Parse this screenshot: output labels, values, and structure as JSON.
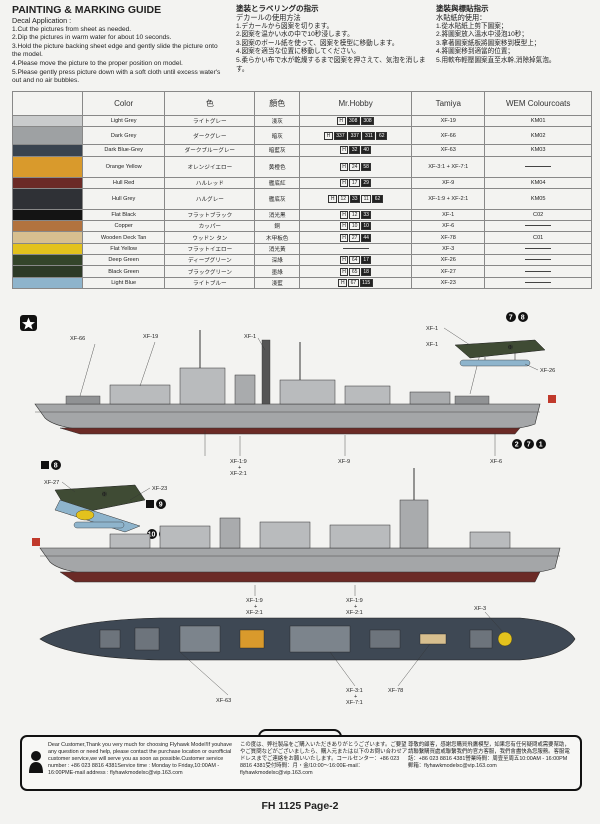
{
  "instructions": {
    "en_title": "PAINTING & MARKING GUIDE",
    "en_subtitle": "Decal Application :",
    "en_steps": [
      "1.Cut the pictures from sheet as needed.",
      "2.Dip the pictures in warm water for about  10 seconds.",
      "3.Hold the picture backing sheet edge and gently slide the picture onto the model.",
      "4.Please move the picture to the proper position on model.",
      "5.Please gently press picture down with a soft cloth until excess water's out and no air bubbles."
    ],
    "jp_title": "塗装とラベリングの指示",
    "jp_subtitle": "デカールの使用方法",
    "jp_steps": [
      "1.デカールから図案を切ります。",
      "2.図案を温かい水の中で10秒浸します。",
      "3.図案のボール紙を使って、図案を模型に移動します。",
      "4.図案を適当な位置に移動してください。",
      "5.柔らかい布で水が乾燥するまで図案を押さえて、気泡を消します。"
    ],
    "cn_title": "塗裝與標貼指示",
    "cn_subtitle": "水貼紙的使用：",
    "cn_steps": [
      "1.從水貼紙上剪下圖案；",
      "2.將圖案放入溫水中浸泡10秒；",
      "3.拿著圖案紙板將圖案移到模型上；",
      "4.將圖案移到適當的位置；",
      "5.用軟布輕壓圖案直至水幹,消除掉氣泡。"
    ]
  },
  "table": {
    "headers": [
      "Color",
      "色",
      "顏色",
      "Mr.Hobby",
      "Tamiya",
      "WEM Colourcoats"
    ],
    "rows": [
      {
        "en": "Light Grey",
        "jp": "ライトグレー",
        "cn": "淺灰",
        "hex": "#c9cbcc",
        "hobby": [
          [
            "H",
            false
          ],
          [
            "308",
            true
          ],
          [
            "308",
            true
          ]
        ],
        "tamiya": "XF-19",
        "wem": "KM01",
        "size": "s"
      },
      {
        "en": "Dark Grey",
        "jp": "ダークグレー",
        "cn": "暗灰",
        "hex": "#9ea1a3",
        "hobby": [
          [
            "H",
            false
          ],
          [
            "337",
            true
          ],
          [
            "337",
            true
          ],
          [
            "311",
            true
          ],
          [
            "62",
            true
          ]
        ],
        "tamiya": "XF-66",
        "wem": "KM02",
        "size": "mid"
      },
      {
        "en": "Dark Blue-Grey",
        "jp": "ダークブルーグレー",
        "cn": "暗藍灰",
        "hex": "#39434f",
        "hobby": [
          [
            "H",
            false
          ],
          [
            "32",
            true
          ],
          [
            "40",
            true
          ]
        ],
        "tamiya": "XF-63",
        "wem": "KM03",
        "size": "s"
      },
      {
        "en": "Orange Yellow",
        "jp": "オレンジイエロー",
        "cn": "黄橙色",
        "hex": "#d99a2c",
        "hobby": [
          [
            "H",
            false
          ],
          [
            "24",
            false
          ],
          [
            "58",
            true
          ]
        ],
        "tamiya": "XF-3:1 + XF-7:1",
        "wem": "",
        "size": "tall"
      },
      {
        "en": "Hull Red",
        "jp": "ハルレッド",
        "cn": "艦底紅",
        "hex": "#6b2a26",
        "hobby": [
          [
            "H",
            false
          ],
          [
            "17",
            false
          ],
          [
            "29",
            true
          ]
        ],
        "tamiya": "XF-9",
        "wem": "KM04",
        "size": "s"
      },
      {
        "en": "Hull Grey",
        "jp": "ハルグレー",
        "cn": "艦底灰",
        "hex": "#2f3136",
        "hobby": [
          [
            "H",
            false
          ],
          [
            "12",
            false
          ],
          [
            "33",
            true
          ],
          [
            "11",
            false
          ],
          [
            "62",
            true
          ]
        ],
        "tamiya": "XF-1:9 + XF-2:1",
        "wem": "KM05",
        "size": "tall"
      },
      {
        "en": "Flat Black",
        "jp": "フラットブラック",
        "cn": "消光黑",
        "hex": "#141414",
        "hobby": [
          [
            "H",
            false
          ],
          [
            "12",
            false
          ],
          [
            "33",
            true
          ]
        ],
        "tamiya": "XF-1",
        "wem": "C02",
        "size": "s"
      },
      {
        "en": "Copper",
        "jp": "カッパー",
        "cn": "銅",
        "hex": "#b2733f",
        "hobby": [
          [
            "H",
            false
          ],
          [
            "10",
            false
          ],
          [
            "10",
            true
          ]
        ],
        "tamiya": "XF-6",
        "wem": "",
        "size": "s"
      },
      {
        "en": "Wooden Deck Tan",
        "jp": "ウッドン タン",
        "cn": "木甲板色",
        "hex": "#d7bf8f",
        "hobby": [
          [
            "H",
            false
          ],
          [
            "27",
            false
          ],
          [
            "44",
            true
          ]
        ],
        "tamiya": "XF-78",
        "wem": "C01",
        "size": "s"
      },
      {
        "en": "Flat Yellow",
        "jp": "フラットイエロー",
        "cn": "消光黃",
        "hex": "#e3c21d",
        "hobby": [],
        "tamiya": "XF-3",
        "wem": "",
        "size": "s"
      },
      {
        "en": "Deep Green",
        "jp": "ディープグリーン",
        "cn": "深綠",
        "hex": "#34452a",
        "hobby": [
          [
            "H",
            false
          ],
          [
            "64",
            false
          ],
          [
            "17",
            true
          ]
        ],
        "tamiya": "XF-26",
        "wem": "",
        "size": "s"
      },
      {
        "en": "Black Green",
        "jp": "ブラックグリーン",
        "cn": "墨綠",
        "hex": "#2d3a26",
        "hobby": [
          [
            "H",
            false
          ],
          [
            "65",
            false
          ],
          [
            "18",
            true
          ]
        ],
        "tamiya": "XF-27",
        "wem": "",
        "size": "s"
      },
      {
        "en": "Light Blue",
        "jp": "ライトブルー",
        "cn": "淺藍",
        "hex": "#8eb4cc",
        "hobby": [
          [
            "H",
            false
          ],
          [
            "67",
            false
          ],
          [
            "115",
            true
          ]
        ],
        "tamiya": "XF-23",
        "wem": "",
        "size": "s"
      }
    ]
  },
  "callouts": {
    "side1": [
      "XF-66",
      "XF-19",
      "XF-1",
      "XF-1",
      "XF-1:9",
      "+",
      "XF-2:1",
      "XF-9",
      "XF-6"
    ],
    "plane1": [
      "XF-1",
      "XF-26"
    ],
    "plane2": [
      "XF-27",
      "XF-23"
    ],
    "side2": [
      "XF-1:9",
      "+",
      "XF-2:1",
      "XF-1:9",
      "+",
      "XF-2:1"
    ],
    "top": [
      "XF-3",
      "XF-63",
      "XF-3:1",
      "+",
      "XF-7:1",
      "XF-78"
    ]
  },
  "decals": {
    "plane1": [
      "7",
      "8"
    ],
    "side1": [
      "2",
      "7",
      "1"
    ],
    "plane2_left": [
      "8"
    ],
    "plane2_right": [
      "9"
    ],
    "plane2_bottom": [
      "10",
      "9"
    ]
  },
  "service": {
    "en": [
      "Dear Customer,Thank you very much for choosing Flyhawk Model!If you",
      "have any question or need help, please contact the purchase location or our",
      "official customer service,we will serve you as soon as possible.",
      "Customer service number : +86 023 8816 4381",
      "Service time : Monday to Friday,10:00AM - 16:00PM",
      "E-mail address : flyhawkmodelxc@vip.163.com"
    ],
    "jp": [
      "この度は、弊社製品をご購入いただきありがとうございます。ご要望や",
      "ご質問などがございましたら、購入元または以下のお問い合わせアドレ",
      "スまでご連絡をお願いいたします。",
      "コールセンター：+86 023 8816 4381",
      "受付時間：月・金/10:00～16:00",
      "E-mail：flyhawkmodelxc@vip.163.com"
    ],
    "cn": [
      "尊敬的顧客，感謝您購買飛鷹模型，如果您有任何疑問或需",
      "要幫助，請聯繫購買處或聯繫我們的官方客服，我們會盡快",
      "為您服務。",
      "客服電話：+86 023 8816 4381",
      "營業時間：周壹至周五10:00AM - 16:00PM",
      "郵箱：flyhawkmodelxc@vip.163.com"
    ]
  },
  "footer": "FH 1125  Page-2"
}
